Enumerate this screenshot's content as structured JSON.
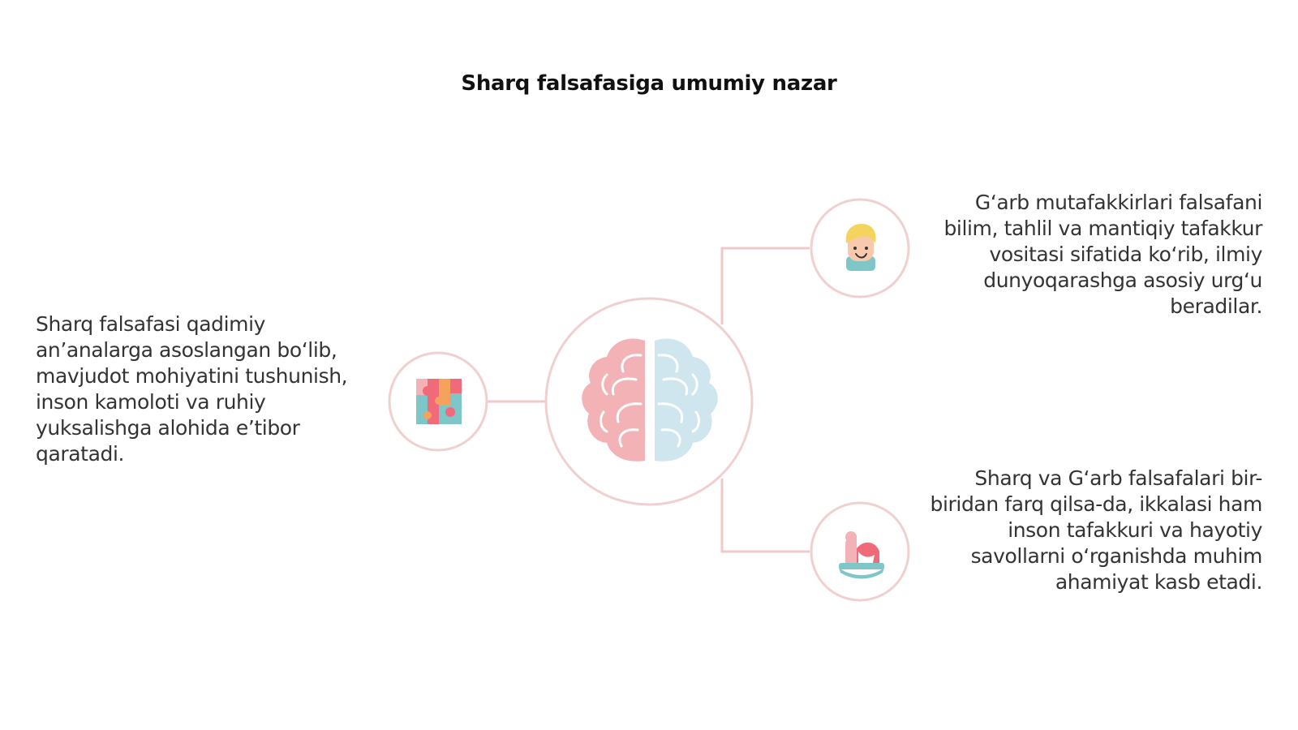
{
  "title": "Sharq falsafasiga umumiy nazar",
  "nodes": {
    "center": {
      "icon": "brain-icon"
    },
    "left": {
      "icon": "colorful-blocks-icon",
      "text": "Sharq falsafasi qadimiy an’analarga asoslangan bo‘lib, mavjudot mohiyatini tushunish, inson kamoloti va ruhiy yuksalishga alohida e’tibor qaratadi."
    },
    "top_right": {
      "icon": "child-face-icon",
      "text": "G‘arb mutafakkirlari falsafani bilim, tahlil va mantiqiy tafakkur vositasi sifatida ko‘rib, ilmiy dunyoqarashga asosiy urg‘u beradilar."
    },
    "bottom_right": {
      "icon": "rocking-horse-icon",
      "text": "Sharq va G‘arb falsafalari bir-biridan farq qilsa-da, ikkalasi ham inson tafakkuri va hayotiy savollarni o‘rganishda muhim ahamiyat kasb etadi."
    }
  },
  "colors": {
    "connector": "#f2c9c9",
    "circle_stroke": "#f0cfcf",
    "brain_left": "#f3b3b6",
    "brain_right": "#cfe6ef",
    "block_pink": "#f06a7a",
    "block_teal": "#7fc6c9",
    "block_orange": "#f5a25d"
  }
}
